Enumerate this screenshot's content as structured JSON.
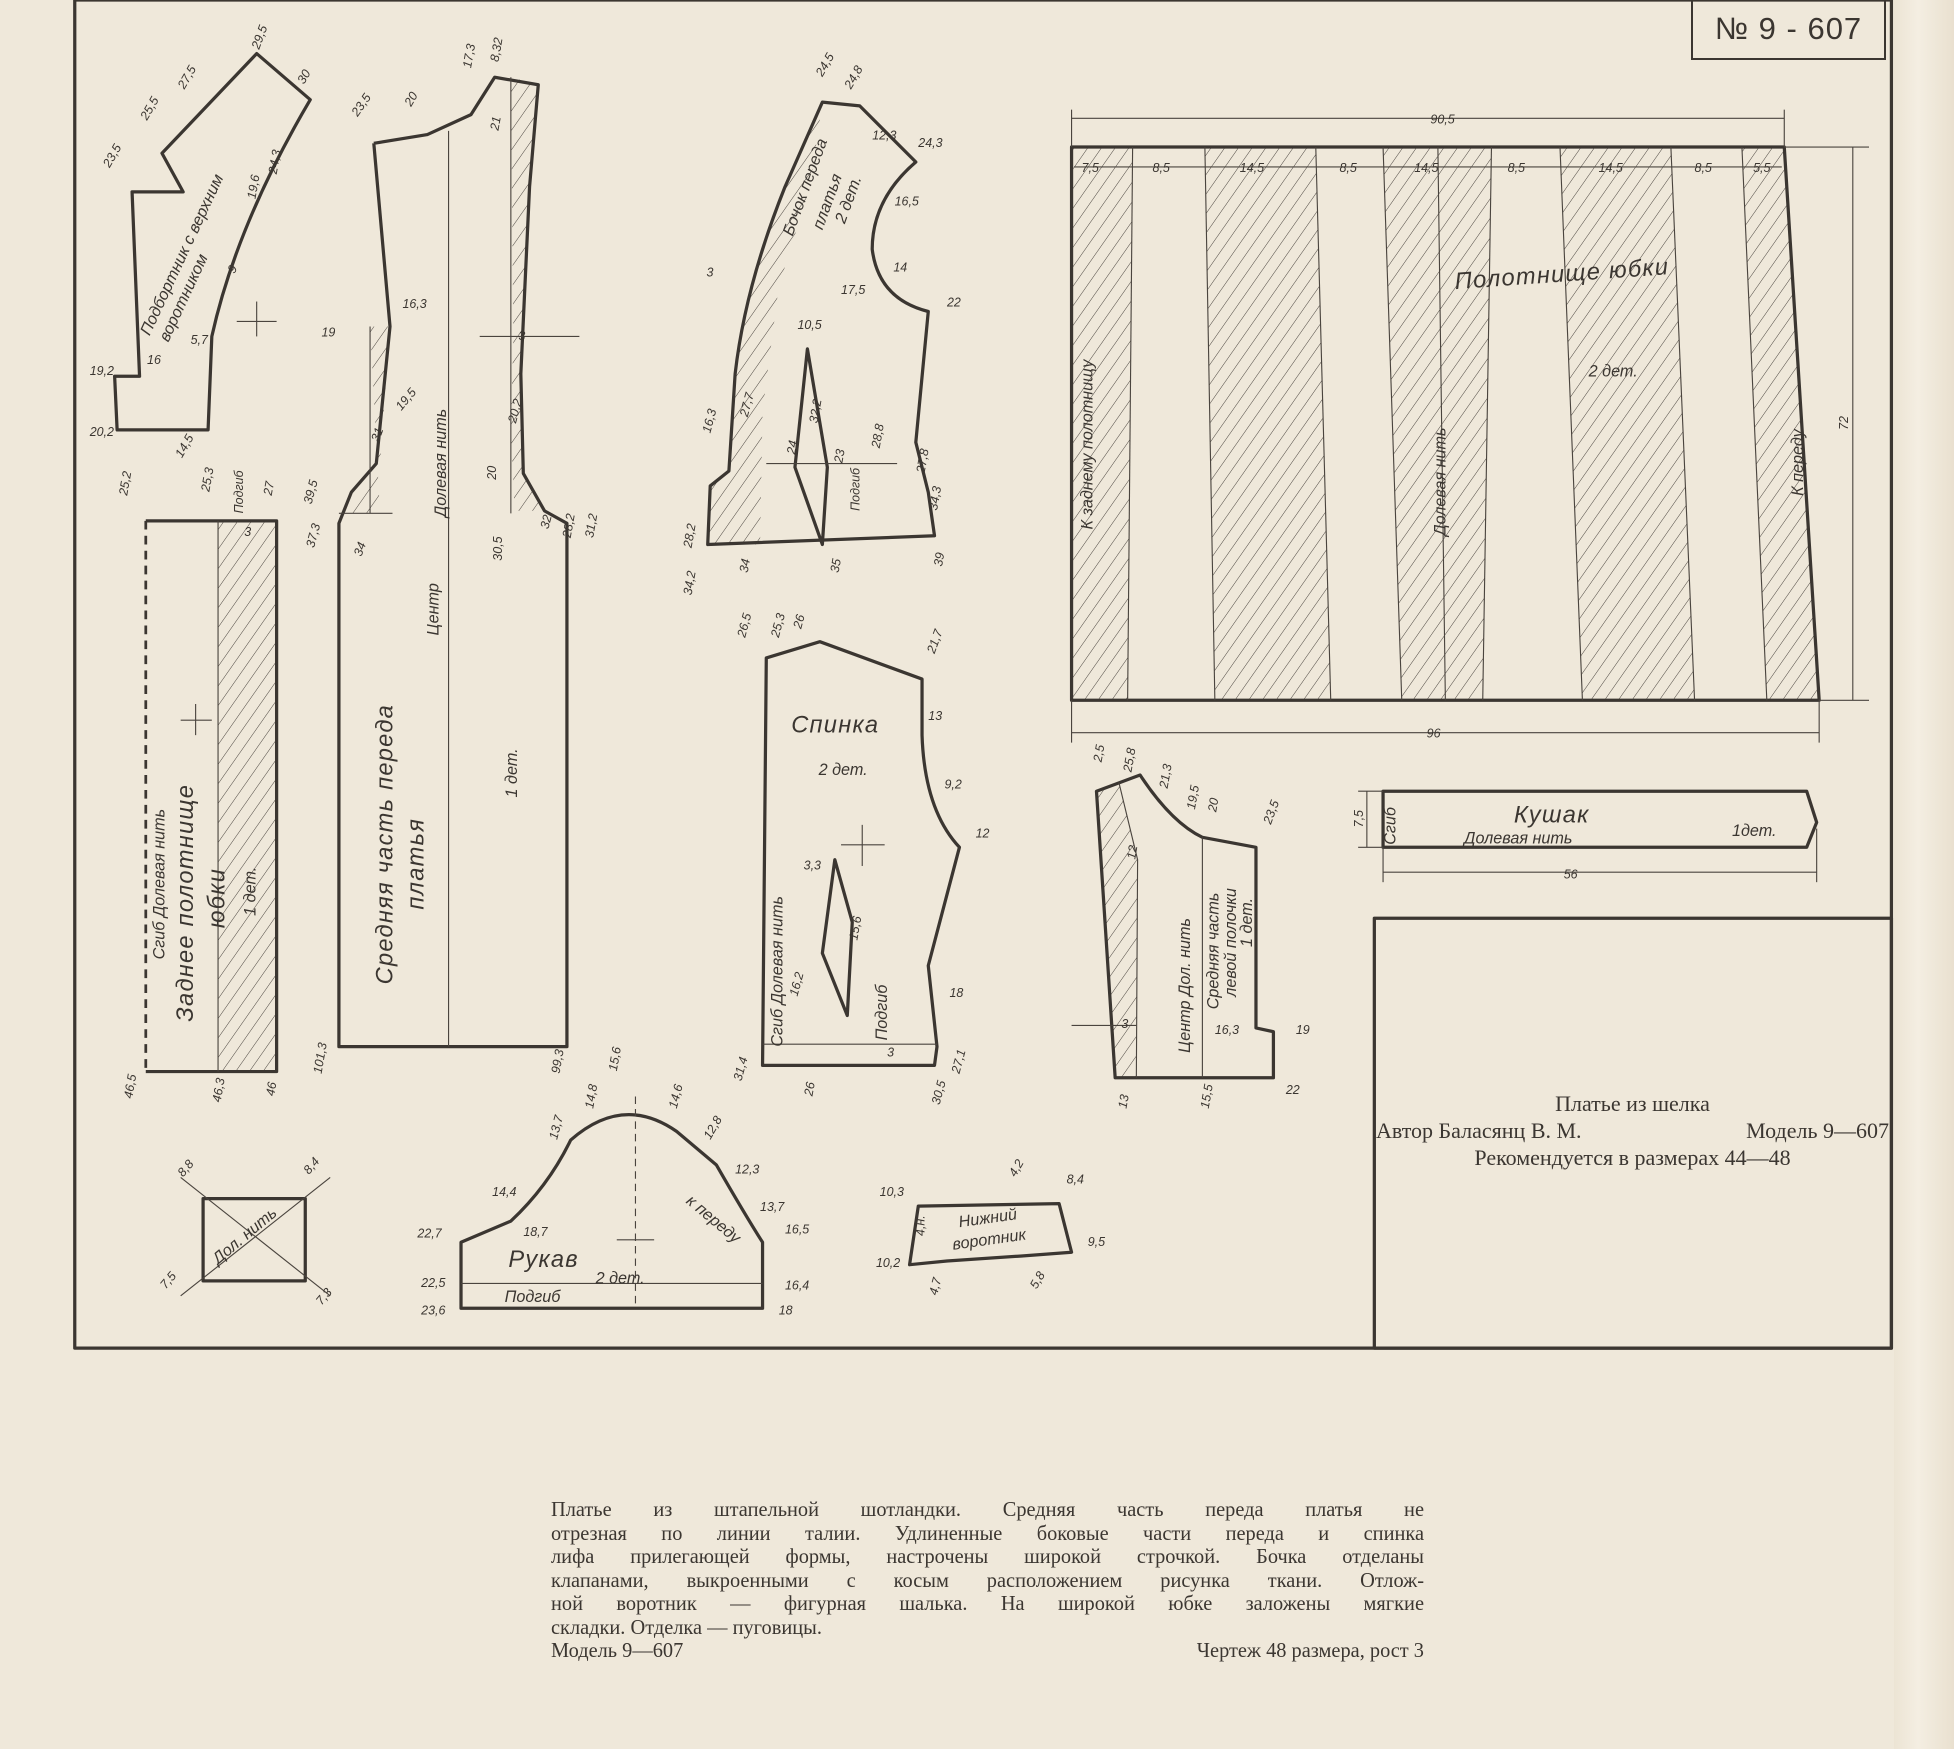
{
  "sheet_number": "№ 9 - 607",
  "title_block": {
    "title": "Платье из шелка",
    "author": "Автор Баласянц В. М.",
    "model": "Модель 9—607",
    "sizes": "Рекомендуется в размерах 44—48"
  },
  "caption": {
    "lines": [
      "Платье из штапельной шотландки. Средняя часть переда платья не",
      "отрезная по линии талии. Удлиненные боковые части переда и спинка",
      "лифа прилегающей формы, настрочены широкой строчкой. Бочка отделаны",
      "клапанами, выкроенными с косым расположением рисунка ткани. Отлож-",
      "ной воротник — фигурная шалька. На широкой юбке заложены мягкие",
      "складки. Отделка — пуговицы."
    ],
    "model": "Модель 9—607",
    "drawing_info": "Чертеж 48 размера, рост 3"
  },
  "pieces": {
    "facing": {
      "name1": "Подбортник с верхним",
      "name2": "воротником",
      "dims": [
        "23,5",
        "25,5",
        "27,5",
        "29,5",
        "30",
        "24,3",
        "19,6",
        "9",
        "5,7",
        "16",
        "19,2",
        "20,2",
        "14,5"
      ]
    },
    "center_front": {
      "name1": "Средняя часть переда",
      "name2": "платья",
      "center": "Центр",
      "grain": "Долевая нить",
      "count": "1 дет.",
      "dims": [
        "23,5",
        "20",
        "17,3",
        "8,32",
        "21",
        "16,3",
        "19",
        "19,5",
        "3",
        "20,2",
        "20",
        "31",
        "39,5",
        "37,3",
        "34",
        "30,5",
        "32",
        "28,2",
        "31,2",
        "101,3",
        "99,3"
      ]
    },
    "back_skirt": {
      "fold_grain": "Сгиб   Долевая нить",
      "name1": "Заднее полотнище",
      "name2": "юбки",
      "count": "1 дет.",
      "hem": "Подгиб",
      "dims": [
        "25,2",
        "25,3",
        "27",
        "3",
        "46,5",
        "46,3",
        "46"
      ]
    },
    "side_front": {
      "name1": "Бочок переда",
      "name2": "платья",
      "count": "2 дет.",
      "dims": [
        "24,5",
        "24,8",
        "24,3",
        "12,3",
        "16,5",
        "14",
        "17,5",
        "22",
        "3",
        "10,5",
        "16,3",
        "27,7",
        "32,2",
        "24",
        "23",
        "28,8",
        "27,8",
        "34,3",
        "28,2",
        "34,2",
        "34",
        "35",
        "39",
        "Подгиб"
      ]
    },
    "back": {
      "name": "Спинка",
      "count": "2 дет.",
      "fold_grain": "Сгиб   Долевая нить",
      "hem": "Подгиб",
      "dims": [
        "26,5",
        "25,3",
        "26",
        "21,7",
        "13",
        "9,2",
        "12",
        "3,3",
        "15,6",
        "16,2",
        "18",
        "3",
        "27,1",
        "30,5",
        "31,4",
        "26"
      ]
    },
    "sleeve": {
      "name": "Рукав",
      "count": "2 дет.",
      "hem": "Подгиб",
      "to_front": "к переду",
      "dims": [
        "15,6",
        "14,8",
        "14,6",
        "13,7",
        "12,8",
        "12,3",
        "14,4",
        "18,7",
        "13,7",
        "16,5",
        "22,7",
        "22,5",
        "23,6",
        "16,4",
        "18"
      ]
    },
    "flap": {
      "grain": "Дол. нить",
      "dims": [
        "8,8",
        "8,4",
        "7,5",
        "7,3"
      ]
    },
    "under_collar": {
      "name1": "Нижний",
      "name2": "воротник",
      "fold": "4,н.",
      "dims": [
        "10,3",
        "4,2",
        "8,4",
        "9,5",
        "10,2",
        "4,7",
        "5,8"
      ]
    },
    "skirt_panel": {
      "name": "Полотнище юбки",
      "count": "2 дет.",
      "to_back": "К заднему полотнищу",
      "grain": "Долевая нить",
      "to_front": "К переду",
      "top_width": "90,5",
      "bottom_width": "96",
      "length": "72",
      "pleat_dims": [
        "7,5",
        "8,5",
        "14,5",
        "8,5",
        "14,5",
        "8,5",
        "14,5",
        "8,5",
        "5,5"
      ]
    },
    "left_panel": {
      "name1": "Средняя часть",
      "name2": "левой полочки",
      "count": "1 дет.",
      "center_grain": "Центр  Дол. нить",
      "dims": [
        "2,5",
        "25,8",
        "21,3",
        "19,5",
        "20",
        "23,5",
        "12",
        "3",
        "16,3",
        "19",
        "22",
        "13",
        "15,5"
      ]
    },
    "sash": {
      "name": "Кушак",
      "grain": "Долевая нить",
      "count": "1дет.",
      "fold": "Сгиб",
      "width": "7,5",
      "length": "56"
    }
  },
  "colors": {
    "paper": "#efe8da",
    "ink": "#3b3631"
  }
}
